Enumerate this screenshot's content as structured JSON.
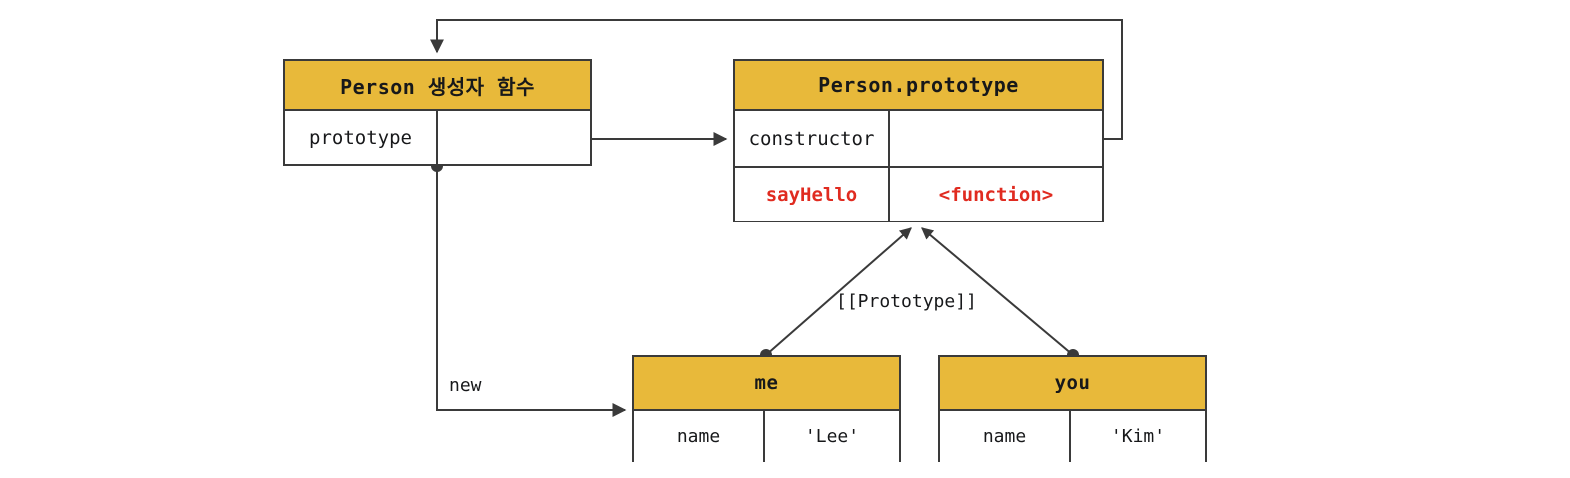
{
  "diagram": {
    "title": "JavaScript prototype chain diagram",
    "colors": {
      "header_fill": "#e8b93a",
      "stroke": "#3a3a3a",
      "text": "#17181a",
      "accent_red": "#e02b20",
      "background": "#ffffff"
    },
    "nodes": {
      "person": {
        "header": "Person 생성자 함수",
        "rows": [
          {
            "key": "prototype",
            "value": ""
          }
        ]
      },
      "person_prototype": {
        "header": "Person.prototype",
        "rows": [
          {
            "key": "constructor",
            "value": ""
          },
          {
            "key": "sayHello",
            "value": "<function>"
          }
        ]
      },
      "me": {
        "header": "me",
        "rows": [
          {
            "key": "name",
            "value": "'Lee'"
          }
        ]
      },
      "you": {
        "header": "you",
        "rows": [
          {
            "key": "name",
            "value": "'Kim'"
          }
        ]
      }
    },
    "edges": [
      {
        "id": "person-prototype-to-proto",
        "from": "person.prototype",
        "to": "Person.prototype",
        "label": ""
      },
      {
        "id": "constructor-to-person",
        "from": "Person.prototype.constructor",
        "to": "Person 생성자 함수",
        "label": ""
      },
      {
        "id": "new-to-me",
        "from": "Person 생성자 함수",
        "to": "me",
        "label": "new"
      },
      {
        "id": "me-to-proto",
        "from": "me",
        "to": "Person.prototype",
        "label": "[[Prototype]]"
      },
      {
        "id": "you-to-proto",
        "from": "you",
        "to": "Person.prototype",
        "label": "[[Prototype]]"
      }
    ],
    "labels": {
      "prototype_link": "[[Prototype]]",
      "new_link": "new"
    }
  }
}
